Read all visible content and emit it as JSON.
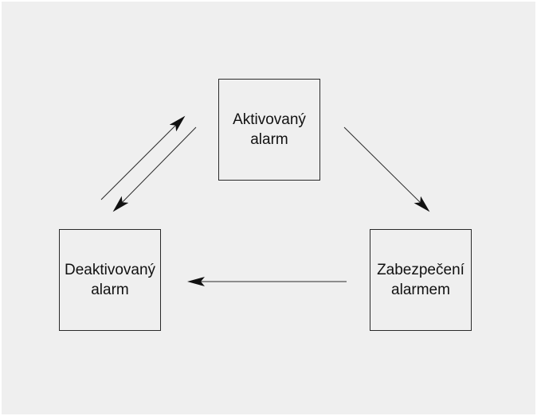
{
  "diagram": {
    "nodes": {
      "active": {
        "label": "Aktivovaný\nalarm"
      },
      "deactive": {
        "label": "Deaktivovaný\nalarm"
      },
      "secure": {
        "label": "Zabezpečení\nalarmem"
      }
    },
    "edges": [
      {
        "from": "deactive",
        "to": "active"
      },
      {
        "from": "active",
        "to": "deactive"
      },
      {
        "from": "active",
        "to": "secure"
      },
      {
        "from": "secure",
        "to": "deactive"
      }
    ],
    "colors": {
      "background": "#efefef",
      "stroke": "#2a2a2a"
    }
  }
}
